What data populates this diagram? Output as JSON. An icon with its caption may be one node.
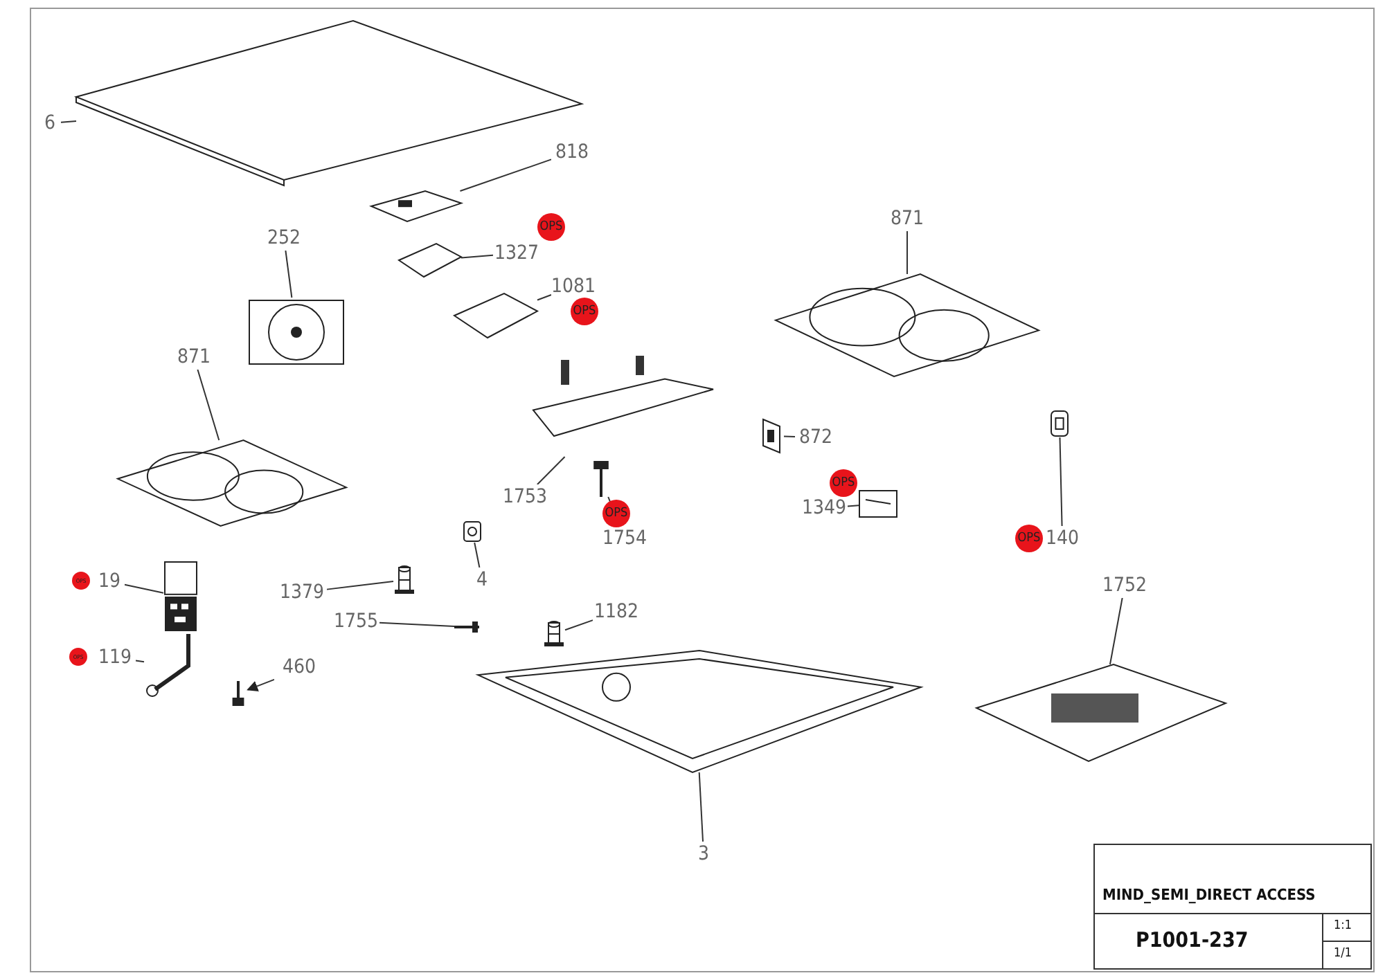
{
  "diagram": {
    "nodes": [
      {
        "text": [
          "6"
        ]
      },
      {
        "text": [],
        "shape": "picture"
      },
      {
        "text": [
          "818"
        ]
      },
      {
        "text": [],
        "shape": "picture"
      },
      {
        "text": [
          "OPS"
        ]
      },
      {
        "text": [
          "1327"
        ]
      },
      {
        "text": [],
        "shape": "picture"
      },
      {
        "text": [
          "1081"
        ]
      },
      {
        "text": [],
        "shape": "picture"
      },
      {
        "text": [
          "OPS"
        ]
      },
      {
        "text": [
          "252"
        ]
      },
      {
        "text": [],
        "shape": "picture"
      },
      {
        "text": [
          "871"
        ]
      },
      {
        "text": [],
        "shape": "picture"
      },
      {
        "text": [
          "871"
        ]
      },
      {
        "text": [],
        "shape": "picture"
      },
      {
        "text": [],
        "shape": "picture"
      },
      {
        "text": [
          "1753"
        ]
      },
      {
        "text": [
          "1754"
        ]
      },
      {
        "text": [],
        "shape": "picture"
      },
      {
        "text": [
          "OPS"
        ]
      },
      {
        "text": [],
        "shape": "picture"
      },
      {
        "text": [
          "872"
        ]
      },
      {
        "text": [
          "OPS"
        ]
      },
      {
        "text": [
          "1349"
        ]
      },
      {
        "text": [],
        "shape": "picture"
      },
      {
        "text": [],
        "shape": "picture"
      },
      {
        "text": [
          "OPS"
        ]
      },
      {
        "text": [
          "140"
        ]
      },
      {
        "text": [
          "19"
        ]
      },
      {
        "text": [
          "OPS"
        ]
      },
      {
        "text": [],
        "shape": "picture"
      },
      {
        "text": [
          "119"
        ]
      },
      {
        "text": [
          "OPS"
        ]
      },
      {
        "text": [],
        "shape": "picture"
      },
      {
        "text": [
          "1379"
        ]
      },
      {
        "text": [],
        "shape": "picture"
      },
      {
        "text": [],
        "shape": "picture"
      },
      {
        "text": [
          "4"
        ]
      },
      {
        "text": [
          "1755"
        ]
      },
      {
        "text": [],
        "shape": "picture"
      },
      {
        "text": [
          "460"
        ]
      },
      {
        "text": [],
        "shape": "picture"
      },
      {
        "text": [
          "1182"
        ]
      },
      {
        "text": [],
        "shape": "picture"
      },
      {
        "text": [],
        "shape": "picture"
      },
      {
        "text": [
          "3"
        ]
      },
      {
        "text": [
          "1752"
        ]
      },
      {
        "text": [],
        "shape": "picture"
      }
    ],
    "edges": [
      {
        "from": 0,
        "to": 1,
        "arrow": "none"
      },
      {
        "from": 2,
        "to": 3,
        "arrow": "none"
      },
      {
        "from": 5,
        "to": 6,
        "arrow": "none"
      },
      {
        "from": 7,
        "to": 8,
        "arrow": "none"
      },
      {
        "from": 10,
        "to": 11,
        "arrow": "none"
      },
      {
        "from": 12,
        "to": 13,
        "arrow": "none"
      },
      {
        "from": 14,
        "to": 15,
        "arrow": "none"
      },
      {
        "from": 17,
        "to": 16,
        "arrow": "none"
      },
      {
        "from": 18,
        "to": 19,
        "arrow": "none"
      },
      {
        "from": 22,
        "to": 21,
        "arrow": "none"
      },
      {
        "from": 24,
        "to": 25,
        "arrow": "none"
      },
      {
        "from": 28,
        "to": 26,
        "arrow": "none"
      },
      {
        "from": 29,
        "to": 31,
        "arrow": "none"
      },
      {
        "from": 32,
        "to": 34,
        "arrow": "none"
      },
      {
        "from": 35,
        "to": 36,
        "arrow": "none"
      },
      {
        "from": 38,
        "to": 37,
        "arrow": "none"
      },
      {
        "from": 39,
        "to": 40,
        "arrow": "none"
      },
      {
        "from": 41,
        "to": 42,
        "arrow": "to"
      },
      {
        "from": 43,
        "to": 44,
        "arrow": "none"
      },
      {
        "from": 46,
        "to": 45,
        "arrow": "none"
      },
      {
        "from": 47,
        "to": 48,
        "arrow": "none"
      }
    ],
    "labels": [
      "MIND_SEMI_DIRECT ACCESS",
      "P1001-237",
      "1:1",
      "1/1"
    ]
  }
}
